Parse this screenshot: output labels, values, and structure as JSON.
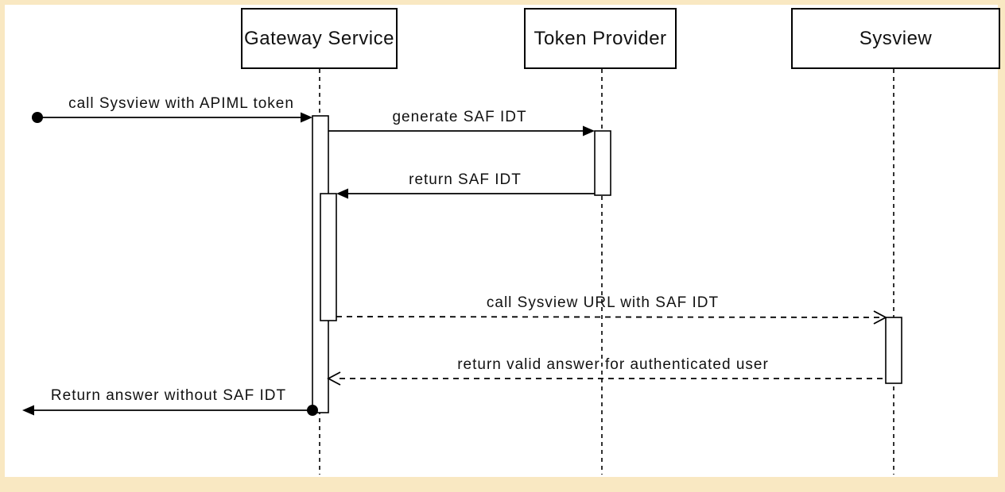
{
  "frame": {
    "border_color": "#f9e8c2",
    "background_color": "#ffffff",
    "stroke_color": "#000000"
  },
  "diagram": {
    "type": "uml-sequence",
    "actors": [
      {
        "label": "Gateway Service"
      },
      {
        "label": "Token Provider"
      },
      {
        "label": "Sysview"
      }
    ],
    "messages": [
      {
        "label": "call Sysview with APIML token",
        "from": "external",
        "to": "Gateway Service",
        "line_style": "solid",
        "arrowhead": "filled",
        "origin_marker": "filled-circle"
      },
      {
        "label": "generate SAF IDT",
        "from": "Gateway Service",
        "to": "Token Provider",
        "line_style": "solid",
        "arrowhead": "filled"
      },
      {
        "label": "return SAF IDT",
        "from": "Token Provider",
        "to": "Gateway Service",
        "line_style": "solid",
        "arrowhead": "filled"
      },
      {
        "label": "call Sysview URL with SAF IDT",
        "from": "Gateway Service",
        "to": "Sysview",
        "line_style": "dashed",
        "arrowhead": "open"
      },
      {
        "label": "return valid answer for authenticated user",
        "from": "Sysview",
        "to": "Gateway Service",
        "line_style": "dashed",
        "arrowhead": "open"
      },
      {
        "label": "Return answer without SAF IDT",
        "from": "Gateway Service",
        "to": "external",
        "line_style": "solid",
        "arrowhead": "filled",
        "origin_marker": "filled-circle"
      }
    ],
    "activations": [
      {
        "lifeline": "Gateway Service",
        "note": "outer activation spanning messages 1-6"
      },
      {
        "lifeline": "Gateway Service",
        "note": "nested activation spanning messages 3-4"
      },
      {
        "lifeline": "Token Provider",
        "note": "activation spanning messages 2-3"
      },
      {
        "lifeline": "Sysview",
        "note": "activation spanning messages 4-5"
      }
    ]
  }
}
